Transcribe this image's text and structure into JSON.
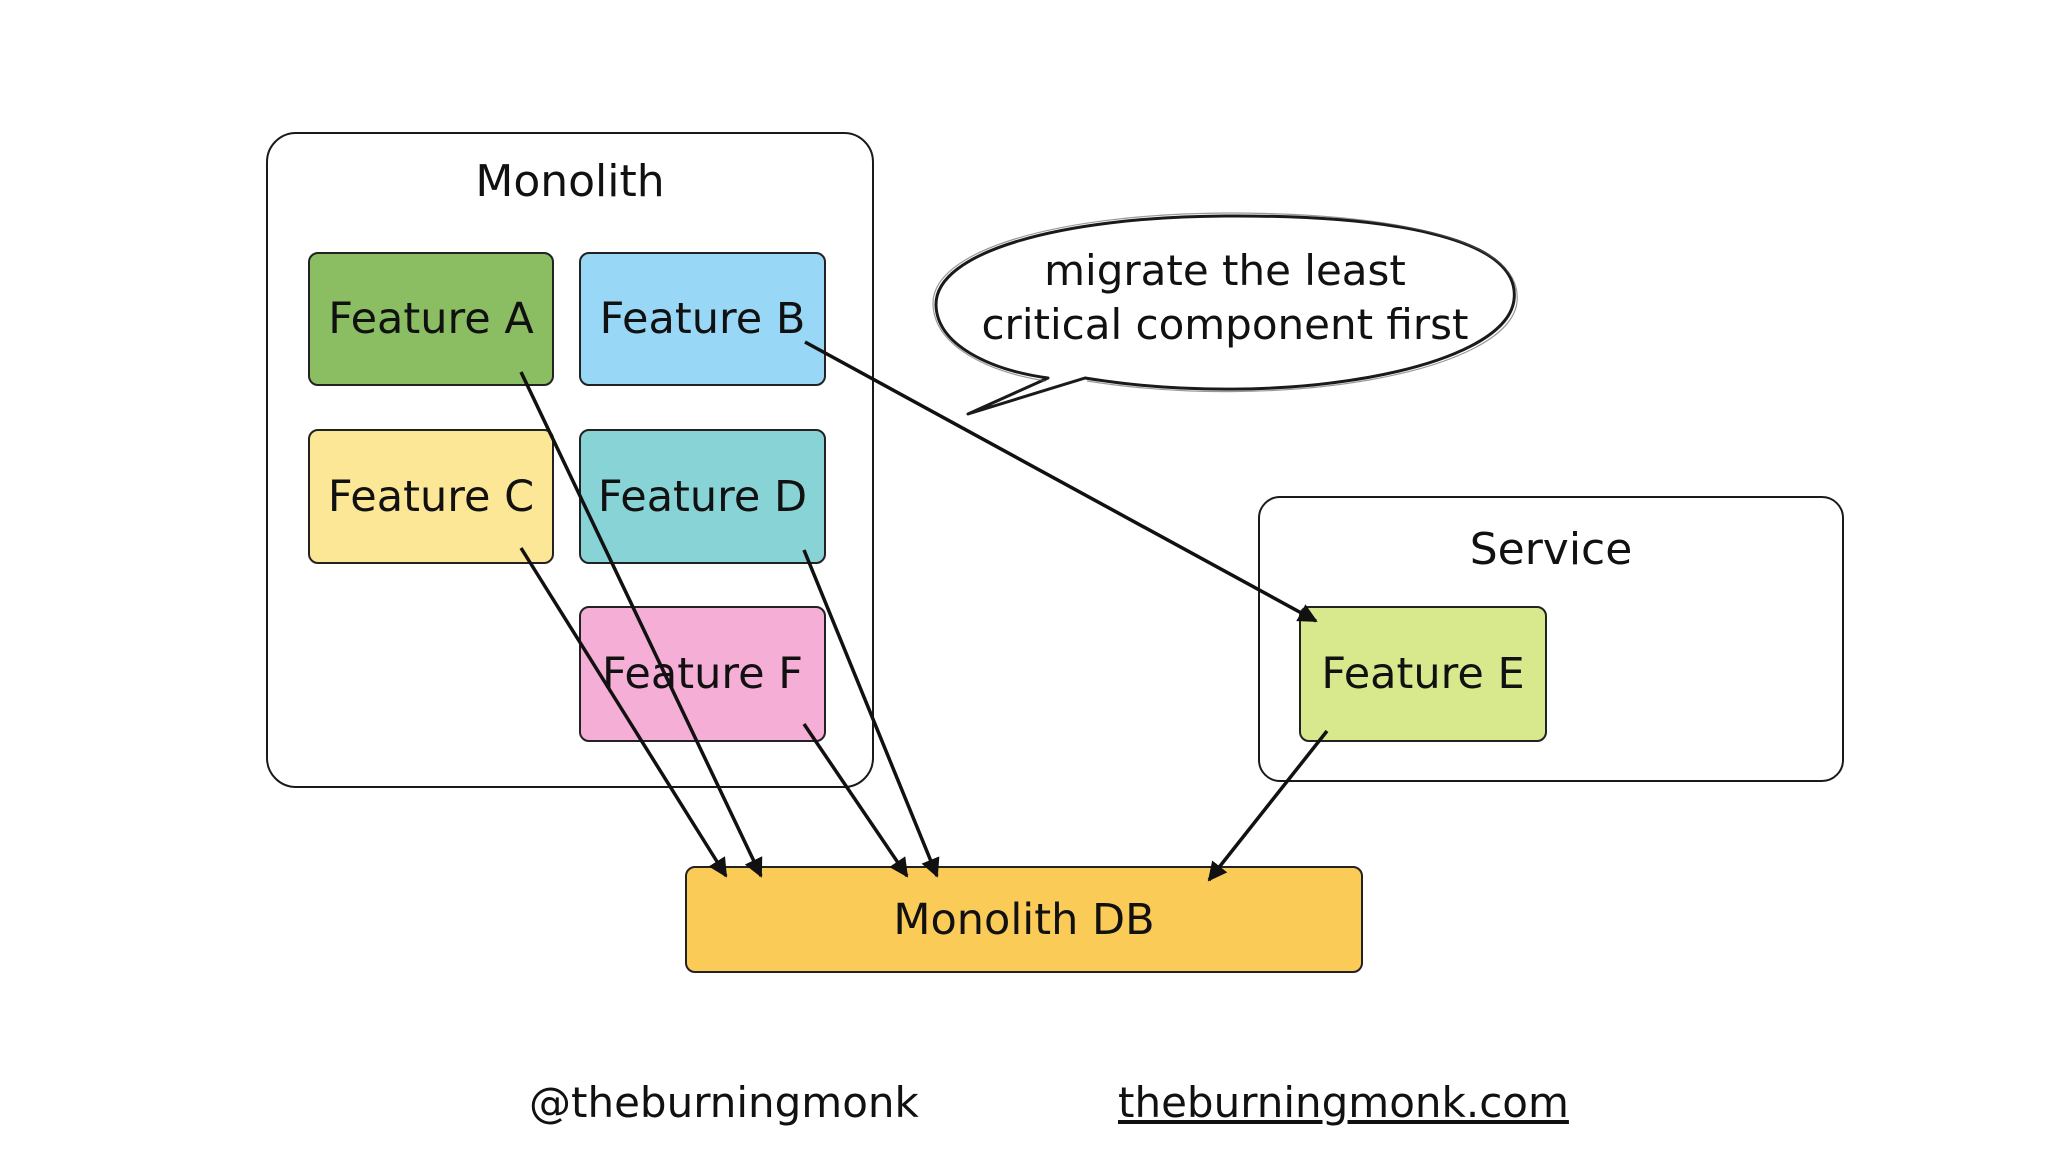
{
  "monolith": {
    "title": "Monolith"
  },
  "service": {
    "title": "Service"
  },
  "features": {
    "a": {
      "label": "Feature A",
      "color": "#8BBE62"
    },
    "b": {
      "label": "Feature B",
      "color": "#98D8F6"
    },
    "c": {
      "label": "Feature C",
      "color": "#FCE797"
    },
    "d": {
      "label": "Feature D",
      "color": "#88D3D6"
    },
    "f": {
      "label": "Feature F",
      "color": "#F5AED6"
    },
    "e": {
      "label": "Feature E",
      "color": "#D7E88D"
    }
  },
  "database": {
    "label": "Monolith DB",
    "color": "#FBCB58"
  },
  "callout": {
    "line1": "migrate the least",
    "line2": "critical component first"
  },
  "footer": {
    "handle": "@theburningmonk",
    "website": "theburningmonk.com"
  }
}
